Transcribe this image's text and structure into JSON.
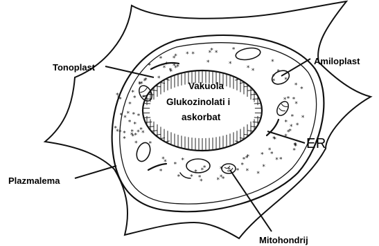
{
  "labels": {
    "tonoplast": "Tonoplast",
    "amiloplast": "Amiloplast",
    "vakuola": "Vakuola",
    "vacuole_content_line1": "Glukozinolati i",
    "vacuole_content_line2": "askorbat",
    "er": "ER",
    "plazmalema": "Plazmalema",
    "mitohondrij": "Mitohondrij"
  }
}
